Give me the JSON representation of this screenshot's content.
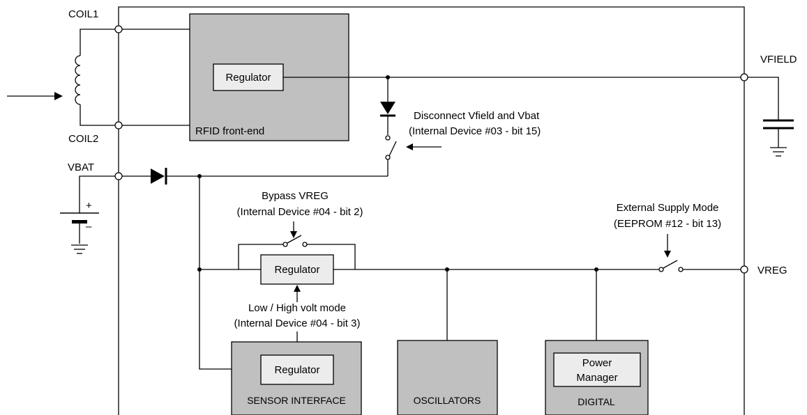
{
  "pins": {
    "coil1": "COIL1",
    "coil2": "COIL2",
    "vbat": "VBAT",
    "vfield": "VFIELD",
    "vreg": "VREG"
  },
  "blocks": {
    "rfid_frontend": "RFID front-end",
    "sensor_interface": "SENSOR INTERFACE",
    "oscillators": "OSCILLATORS",
    "digital": "DIGITAL",
    "power_manager_line1": "Power",
    "power_manager_line2": "Manager",
    "regulator": "Regulator"
  },
  "annotations": {
    "disconnect_line1": "Disconnect Vfield and Vbat",
    "disconnect_line2": "(Internal Device #03 - bit 15)",
    "bypass_line1": "Bypass VREG",
    "bypass_line2": "(Internal Device #04 - bit 2)",
    "lowhigh_line1": "Low / High volt mode",
    "lowhigh_line2": "(Internal Device #04 - bit 3)",
    "external_line1": "External Supply Mode",
    "external_line2": "(EEPROM #12 - bit 13)"
  },
  "battery": {
    "plus": "+",
    "minus": "–"
  }
}
